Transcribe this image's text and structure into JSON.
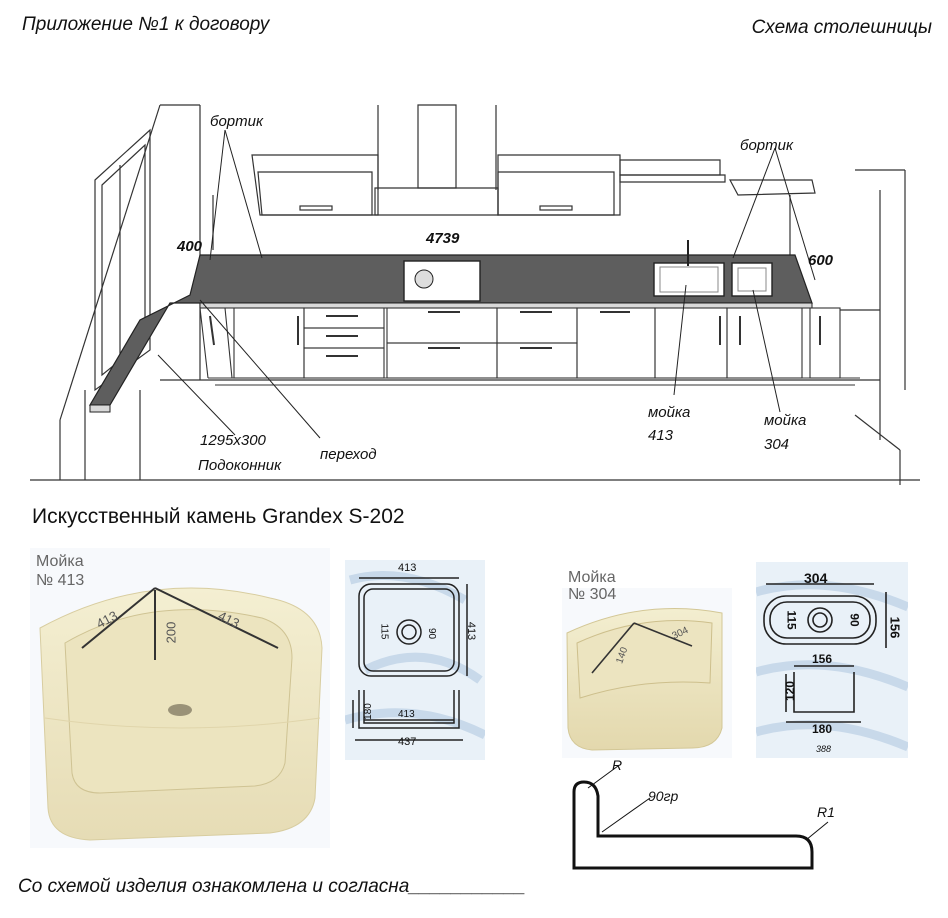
{
  "header": {
    "left": "Приложение №1 к договору",
    "right": "Схема столешницы"
  },
  "kitchen": {
    "label_bortik_left": "бортик",
    "label_bortik_right": "бортик",
    "dim_left": "400",
    "dim_main": "4739",
    "dim_right": "600",
    "sill_size": "1295x300",
    "sill_name": "Подоконник",
    "transition": "переход",
    "sink1_name": "мойка",
    "sink1_num": "413",
    "sink2_name": "мойка",
    "sink2_num": "304"
  },
  "material_title": "Искусственный камень Grandex S-202",
  "sink413": {
    "caption_line1": "Мойка",
    "caption_line2": "№ 413",
    "photo_dim_a": "413",
    "photo_dim_b": "413",
    "photo_dim_h": "200",
    "top_width": "413",
    "top_depth": "413",
    "drain_a": "115",
    "drain_b": "90",
    "side_height": "180",
    "side_inner": "413",
    "side_outer": "437"
  },
  "sink304": {
    "caption_line1": "Мойка",
    "caption_line2": "№ 304",
    "photo_dim_a": "304",
    "photo_dim_h": "140",
    "top_width": "304",
    "top_depth": "156",
    "drain_a": "115",
    "drain_b": "90",
    "side_top": "156",
    "side_height": "120",
    "side_bottom": "180",
    "side_extra": "388"
  },
  "profile": {
    "label_r": "R",
    "label_angle": "90гр",
    "label_r1": "R1"
  },
  "footer": "Со схемой изделия ознакомлена и согласна___________"
}
